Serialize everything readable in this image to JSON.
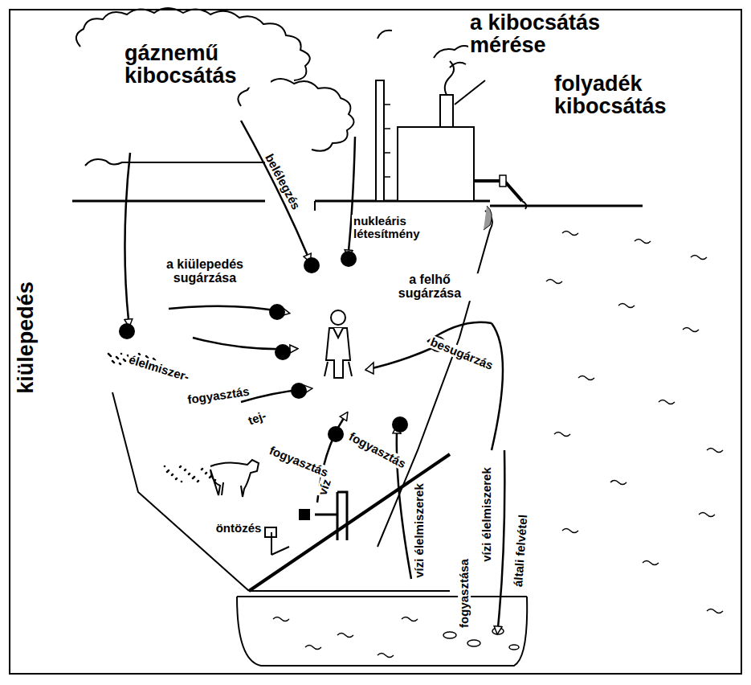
{
  "diagram": {
    "labels": [
      "gáznemű kibocsátás",
      "a kibocsátás mérése",
      "folyadék kibocsátás",
      "kiülepedés",
      "belélegzés",
      "nukleáris létesítmény",
      "a kiülepedés sugárzása",
      "a felhő sugárzása",
      "besugárzás",
      "élelmiszer-",
      "fogyasztás",
      "tej-",
      "fogyasztás",
      "víz",
      "fogyasztás",
      "öntözés",
      "vízi élelmiszerek",
      "fogyasztása",
      "vízi élelmiszerek",
      "általi felvétel"
    ]
  }
}
